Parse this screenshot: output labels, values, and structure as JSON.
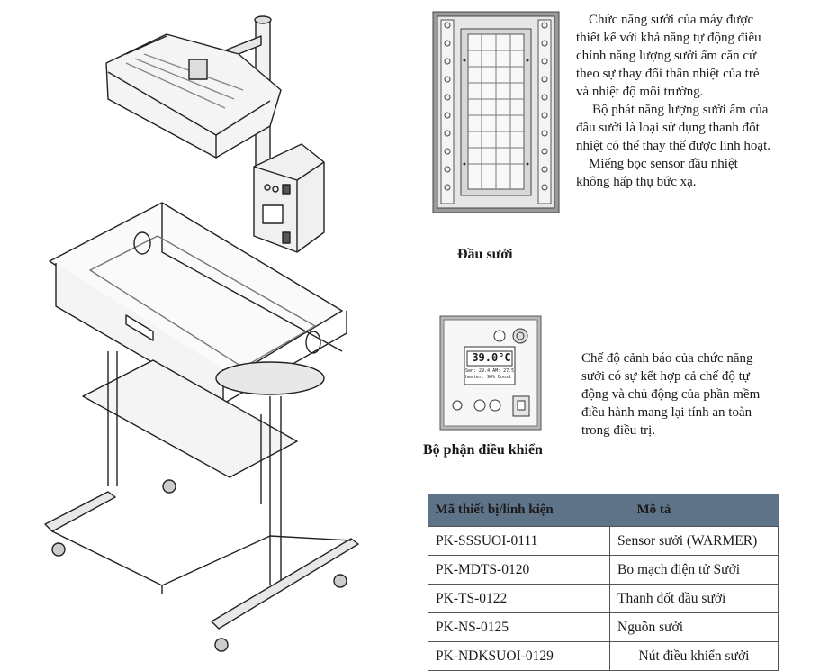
{
  "heater_section": {
    "description_lines": [
      "Chức năng sưởi của máy được",
      "thiết kế với khả năng tự động điều",
      "chỉnh năng lượng sưởi ấm căn cứ",
      "theo sự thay đổi thân nhiệt của trẻ",
      "và nhiệt độ môi trường.",
      "Bộ phát năng lượng sưởi ấm của",
      "đầu sưởi là loại sử dụng thanh đốt",
      "nhiệt có thể thay thế được linh hoạt.",
      "Miếng bọc sensor đầu nhiệt",
      "không hấp thụ bức xạ."
    ],
    "caption": "Đầu sưởi"
  },
  "controller_section": {
    "caption": "Bộ phận điều khiển",
    "lcd_temperature": "39.0°C",
    "lcd_line1": "Sen: 29.4  AM: 27.5",
    "lcd_line2": "heater: 90%  Boost",
    "description_lines": [
      "Chế độ cảnh báo của chức năng",
      "sưởi có sự kết hợp cả chế độ tự",
      "động và chủ động của phần mềm",
      "điều hành mang lại tính an toàn",
      "trong điều trị."
    ]
  },
  "parts_table": {
    "headers": [
      "Mã thiết bị/linh kiện",
      "Mô tả"
    ],
    "rows": [
      [
        "PK-SSSUOI-0111",
        "Sensor sưởi (WARMER)"
      ],
      [
        "PK-MDTS-0120",
        "Bo mạch điện tử Sưởi"
      ],
      [
        "PK-TS-0122",
        "Thanh đốt đầu sưởi"
      ],
      [
        "PK-NS-0125",
        "Nguồn sưởi"
      ],
      [
        "PK-NDKSUOI-0129",
        "Nút điều khiển sưởi"
      ]
    ]
  }
}
